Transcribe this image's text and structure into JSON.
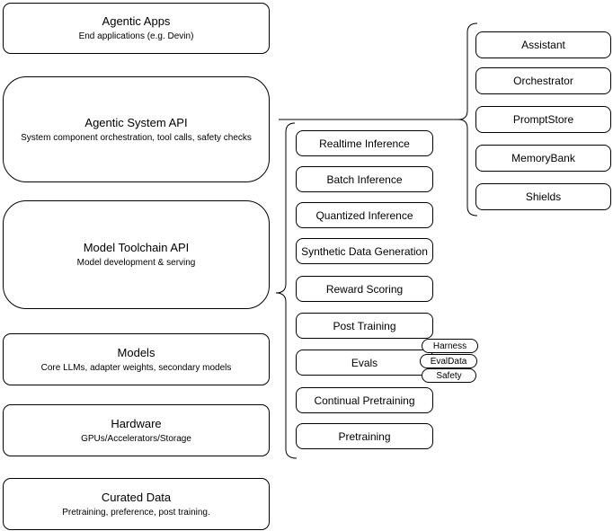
{
  "left_stack": [
    {
      "title": "Agentic Apps",
      "subtitle": "End applications (e.g. Devin)"
    },
    {
      "title": "Agentic System API",
      "subtitle": "System component orchestration, tool calls, safety checks"
    },
    {
      "title": "Model Toolchain API",
      "subtitle": "Model development & serving"
    },
    {
      "title": "Models",
      "subtitle": "Core LLMs, adapter weights, secondary models"
    },
    {
      "title": "Hardware",
      "subtitle": "GPUs/Accelerators/Storage"
    },
    {
      "title": "Curated Data",
      "subtitle": "Pretraining, preference, post training."
    }
  ],
  "toolchain_services": [
    "Realtime Inference",
    "Batch Inference",
    "Quantized Inference",
    "Synthetic Data Generation",
    "Reward Scoring",
    "Post Training",
    "Evals",
    "Continual Pretraining",
    "Pretraining"
  ],
  "eval_tags": [
    "Harness",
    "EvalData",
    "Safety"
  ],
  "system_components": [
    "Assistant",
    "Orchestrator",
    "PromptStore",
    "MemoryBank",
    "Shields"
  ],
  "colors": {
    "stroke": "#000000",
    "background": "#ffffff",
    "shape_fill": "#ffffff",
    "text": "#000000"
  }
}
